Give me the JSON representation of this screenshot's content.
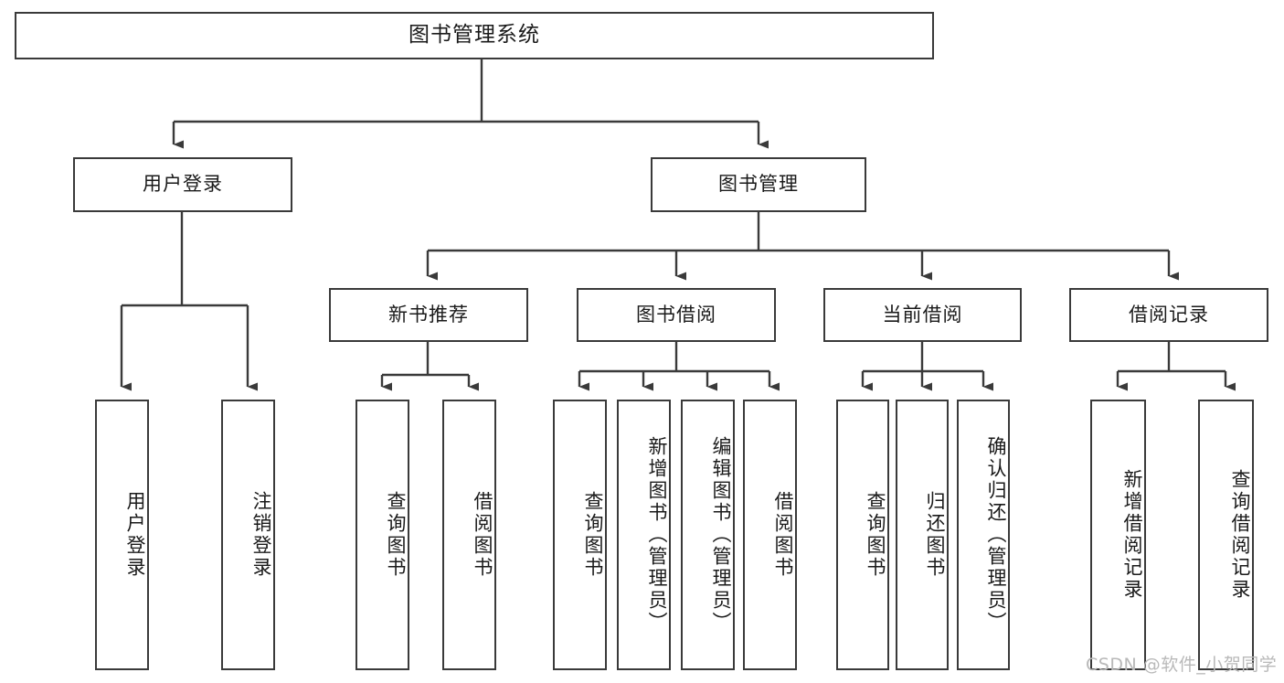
{
  "diagram": {
    "type": "hierarchy-tree",
    "title": "图书管理系统",
    "root": {
      "label": "图书管理系统",
      "id": "root"
    },
    "level2": [
      {
        "id": "user-login",
        "label": "用户登录"
      },
      {
        "id": "book-manage",
        "label": "图书管理"
      }
    ],
    "level3": [
      {
        "id": "new-book-recommend",
        "label": "新书推荐",
        "parent": "book-manage"
      },
      {
        "id": "book-borrow",
        "label": "图书借阅",
        "parent": "book-manage"
      },
      {
        "id": "current-borrow",
        "label": "当前借阅",
        "parent": "book-manage"
      },
      {
        "id": "borrow-record",
        "label": "借阅记录",
        "parent": "book-manage"
      }
    ],
    "leaves": [
      {
        "id": "leaf-user-login",
        "label": "用户登录",
        "parent": "user-login"
      },
      {
        "id": "leaf-logout-login",
        "label": "注销登录",
        "parent": "user-login"
      },
      {
        "id": "leaf-query-book-1",
        "label": "查询图书",
        "parent": "new-book-recommend"
      },
      {
        "id": "leaf-borrow-book-1",
        "label": "借阅图书",
        "parent": "new-book-recommend"
      },
      {
        "id": "leaf-query-book-2",
        "label": "查询图书",
        "parent": "book-borrow"
      },
      {
        "id": "leaf-add-book",
        "label": "新增图书（管理员）",
        "parent": "book-borrow"
      },
      {
        "id": "leaf-edit-book",
        "label": "编辑图书（管理员）",
        "parent": "book-borrow"
      },
      {
        "id": "leaf-borrow-book-2",
        "label": "借阅图书",
        "parent": "book-borrow"
      },
      {
        "id": "leaf-query-book-3",
        "label": "查询图书",
        "parent": "current-borrow"
      },
      {
        "id": "leaf-return-book",
        "label": "归还图书",
        "parent": "current-borrow"
      },
      {
        "id": "leaf-confirm-return",
        "label": "确认归还（管理员）",
        "parent": "current-borrow"
      },
      {
        "id": "leaf-add-record",
        "label": "新增借阅记录",
        "parent": "borrow-record"
      },
      {
        "id": "leaf-query-record",
        "label": "查询借阅记录",
        "parent": "borrow-record"
      }
    ],
    "colors": {
      "stroke": "#3a3a3a",
      "text": "#1a1a1a",
      "background": "#ffffff",
      "watermark": "#b9b9b9"
    }
  },
  "watermark": {
    "text": "CSDN @软件_小贺同学"
  }
}
